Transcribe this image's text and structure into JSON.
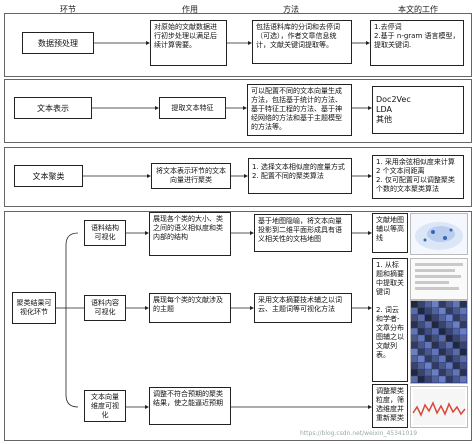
{
  "headers": {
    "stage": "环节",
    "role": "作用",
    "method": "方法",
    "work": "本文的工作"
  },
  "rows": {
    "preprocess": {
      "stage": "数据预处理",
      "role": "对原始的文献数据进行初步处理以满足后续计算需要。",
      "method": "包括语料库的分词和去停词（可选），作者文章信息统计，文献关键词提取等。",
      "work": [
        "1.去停词",
        "2.基于 n-gram 语言模型，提取关键词."
      ]
    },
    "represent": {
      "stage": "文本表示",
      "role": "提取文本特征",
      "method": "可以配置不同的文本向量生成方法，包括基于统计的方法、基于特征工程的方法、基于神经网络的方法和基于主题模型的方法等。",
      "work": [
        "Doc2Vec",
        "LDA",
        "其他"
      ]
    },
    "cluster": {
      "stage": "文本聚类",
      "role": "将文本表示环节的文本向量进行聚类",
      "method": "1. 选择文本相似度的度量方式\n2. 配置不同的聚类算法",
      "work": "1. 采用余弦相似度来计算 2 个文本间距离\n2. 仅可配置可以调整聚类个数的文本聚类算法"
    },
    "visual": {
      "stage": "聚类结果可视化环节",
      "subs": [
        {
          "name": "语料结构可视化",
          "role": "展现各个类的大小、类之间的语义相似度和类内部的结构",
          "method": "基于地图隐喻，将文本向量投影到二维平面形成具有语义相关性的文档地图",
          "work": "文献地图辅以等高线"
        },
        {
          "name": "语料内容可视化",
          "role": "展现每个类的文献涉及的主题",
          "method": "采用文本摘要技术辅之以词云、主题词等可视化方法",
          "work": "1. 从标题和摘要中提取关键词\n\n2. 词云和学者-文章分布图辅之以文献列表。"
        },
        {
          "name": "文本向量维度可视化",
          "role": "调整不符合预期的聚类结果，使之能逼近预期",
          "method": "",
          "work": "调整聚类粒度，筛选维度并重新聚类"
        }
      ]
    }
  },
  "watermark": "https://blog.csdn.net/weixin_45341019"
}
